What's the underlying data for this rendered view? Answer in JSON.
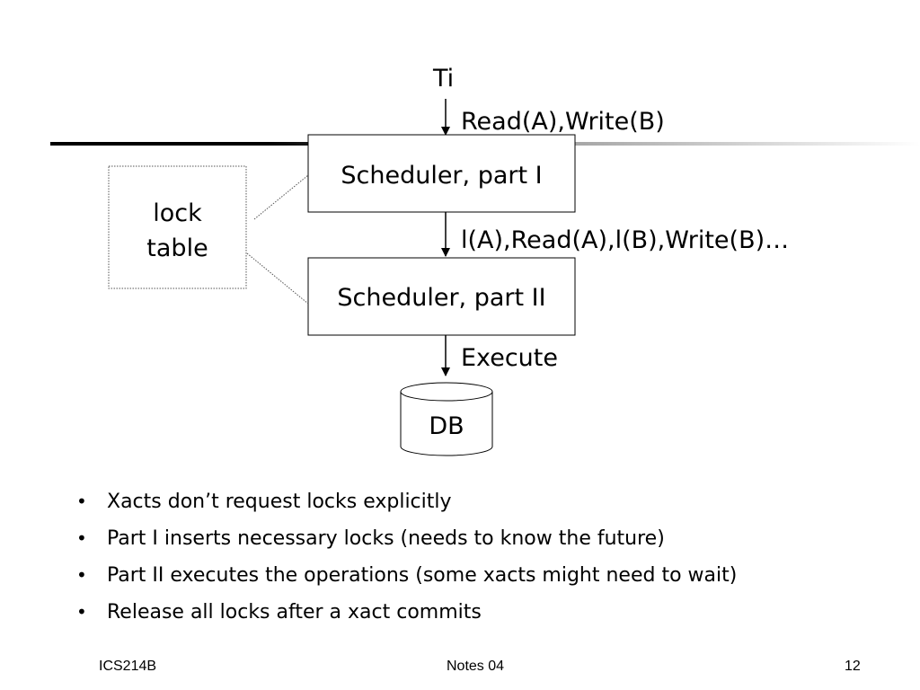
{
  "diagram": {
    "input_label": "Ti",
    "input_ops": "Read(A),Write(B)",
    "scheduler_part1": "Scheduler, part I",
    "scheduler_part2": "Scheduler, part II",
    "intermediate_ops": "l(A),Read(A),l(B),Write(B)…",
    "execute_label": "Execute",
    "db_label": "DB",
    "lock_table_line1": "lock",
    "lock_table_line2": "table"
  },
  "bullets": [
    "Xacts don’t request locks explicitly",
    "Part I inserts necessary locks (needs to know the future)",
    "Part II executes the operations (some xacts might need to wait)",
    "Release all locks after a xact commits"
  ],
  "footer": {
    "left": "ICS214B",
    "center": "Notes 04",
    "right": "12"
  }
}
